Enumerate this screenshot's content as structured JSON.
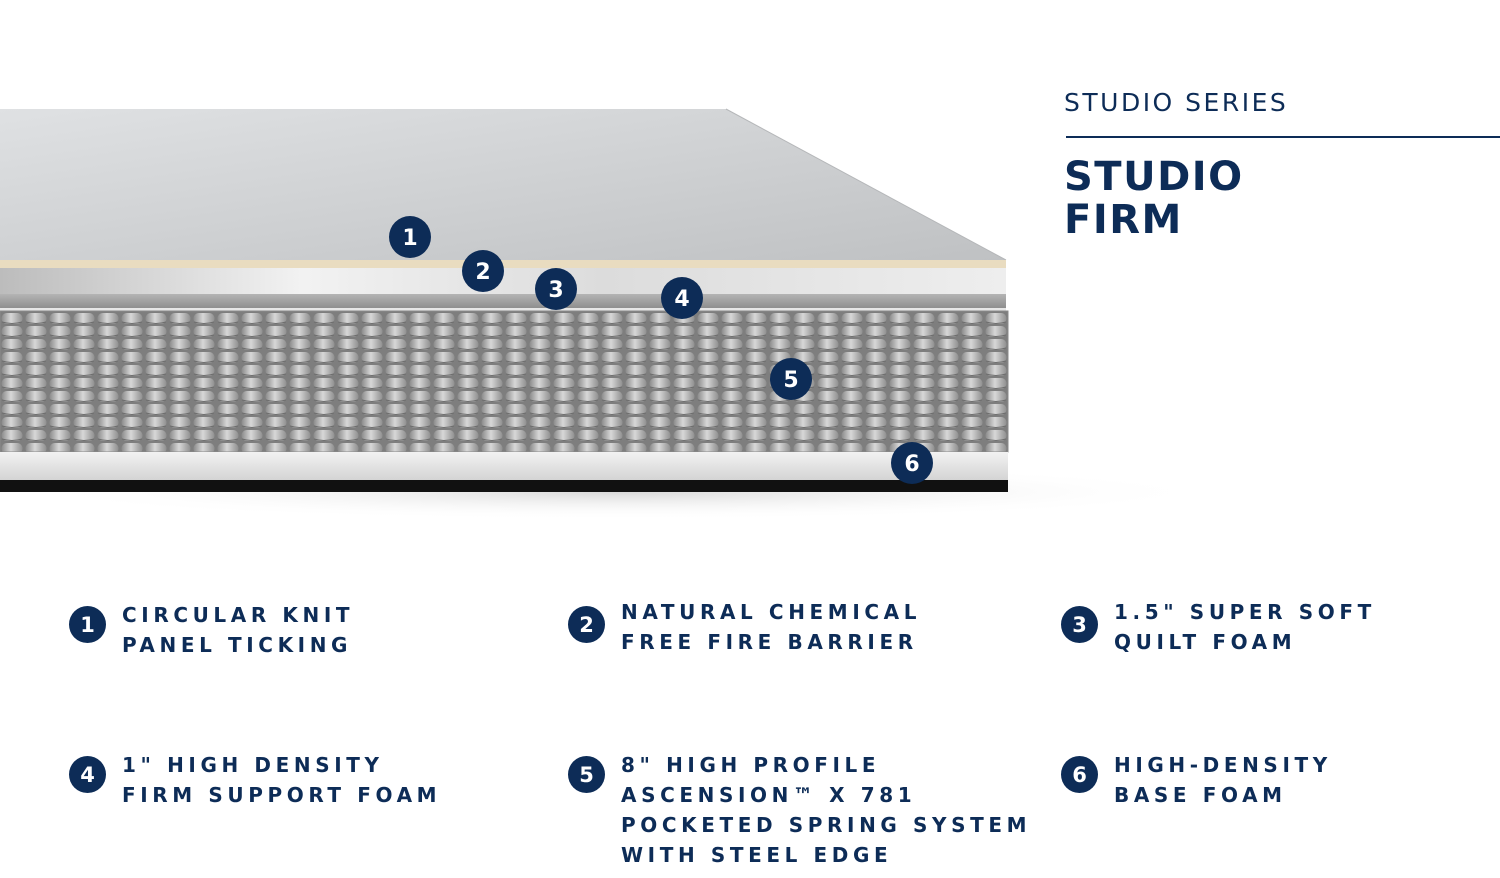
{
  "header": {
    "series": "STUDIO SERIES",
    "model_lines": [
      "STUDIO",
      "FIRM"
    ]
  },
  "colors": {
    "navy": "#0d2c57",
    "top_panel": "#c9cbcd",
    "fire_barrier": "#e9dcc0",
    "base": "#111111"
  },
  "diagram_callouts": [
    "1",
    "2",
    "3",
    "4",
    "5",
    "6"
  ],
  "layers": [
    {
      "number": "1",
      "lines": [
        "CIRCULAR KNIT",
        "PANEL TICKING"
      ]
    },
    {
      "number": "2",
      "lines": [
        "NATURAL CHEMICAL",
        "FREE FIRE BARRIER"
      ]
    },
    {
      "number": "3",
      "lines": [
        "1.5\" SUPER SOFT",
        "QUILT FOAM"
      ]
    },
    {
      "number": "4",
      "lines": [
        "1\" HIGH DENSITY",
        "FIRM SUPPORT FOAM"
      ]
    },
    {
      "number": "5",
      "lines": [
        "8\" HIGH PROFILE",
        "ASCENSION™ X 781",
        "POCKETED SPRING SYSTEM",
        "WITH STEEL EDGE"
      ]
    },
    {
      "number": "6",
      "lines": [
        "HIGH-DENSITY",
        "BASE FOAM"
      ]
    }
  ]
}
